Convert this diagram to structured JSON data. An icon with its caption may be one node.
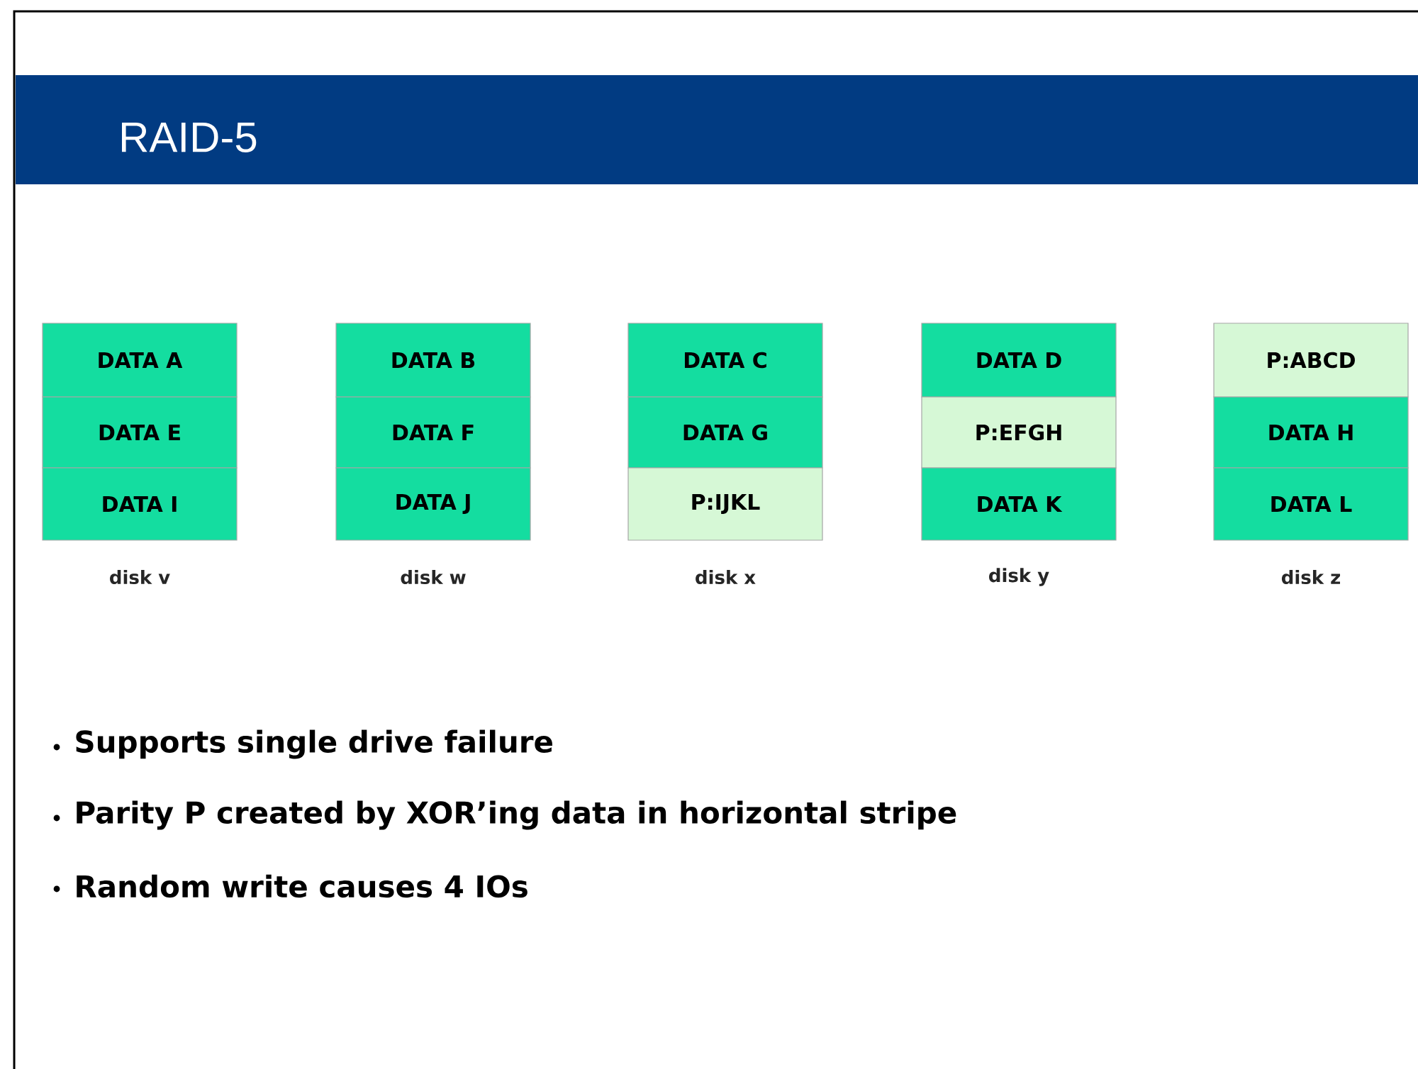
{
  "diagram": {
    "title": "RAID-5",
    "nodes": [
      {
        "text": [
          "DATA A"
        ]
      },
      {
        "text": [
          "DATA B"
        ]
      },
      {
        "text": [
          "DATA C"
        ]
      },
      {
        "text": [
          "DATA D"
        ]
      },
      {
        "text": [
          "P:ABCD"
        ]
      },
      {
        "text": [
          "DATA E"
        ]
      },
      {
        "text": [
          "DATA F"
        ]
      },
      {
        "text": [
          "DATA G"
        ]
      },
      {
        "text": [
          "P:EFGH"
        ]
      },
      {
        "text": [
          "DATA H"
        ]
      },
      {
        "text": [
          "DATA I"
        ]
      },
      {
        "text": [
          "DATA J"
        ]
      },
      {
        "text": [
          "P:IJKL"
        ]
      },
      {
        "text": [
          "DATA K"
        ]
      },
      {
        "text": [
          "DATA L"
        ]
      }
    ],
    "labels": [
      "disk v",
      "disk w",
      "disk x",
      "disk y",
      "disk z",
      "Supports single drive failure",
      "Parity P created by XOR’ing data in horizontal stripe",
      "Random write causes 4 IOs"
    ]
  }
}
